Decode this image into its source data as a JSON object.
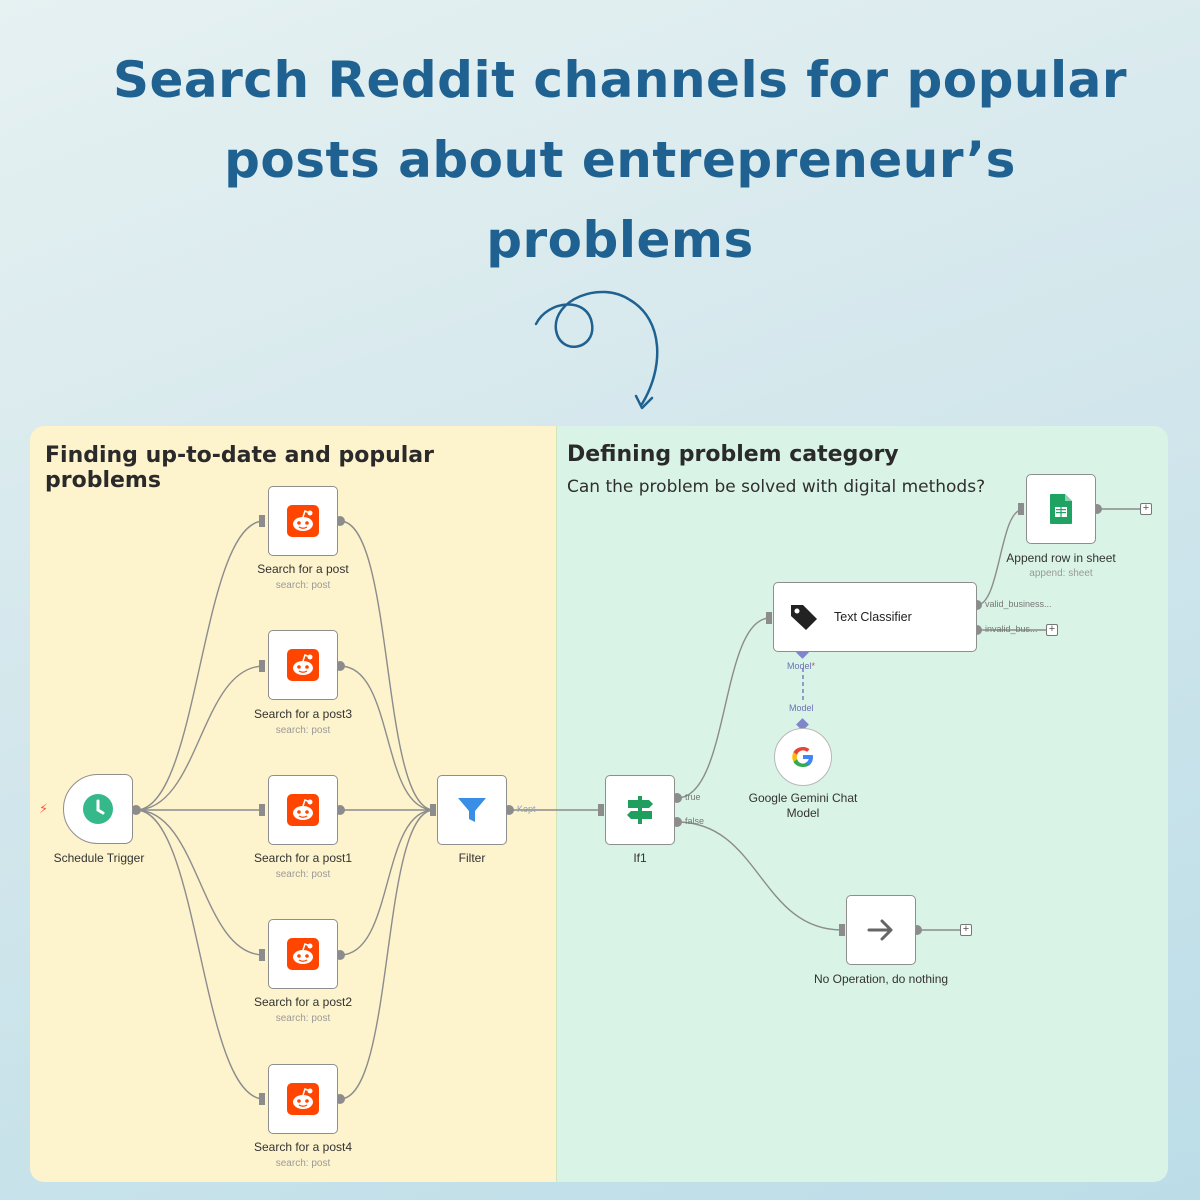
{
  "headline": {
    "line1": "Search Reddit channels for popular",
    "line2": "posts about entrepreneur’s",
    "line3": "problems"
  },
  "colors": {
    "headline": "#1f6190",
    "left_panel": "#fdf3cd",
    "right_panel": "#d9f3e6",
    "reddit": "#ff4500",
    "trigger": "#35b98a",
    "filter": "#3a8ee6",
    "if": "#1f9e5d",
    "sheets": "#1ea362"
  },
  "left_panel": {
    "title": "Finding up-to-date and popular problems"
  },
  "right_panel": {
    "title": "Defining problem category",
    "subtitle": "Can the problem be solved with digital methods?"
  },
  "nodes": {
    "schedule": {
      "label": "Schedule Trigger",
      "icon": "clock-icon"
    },
    "post": {
      "label": "Search for a post",
      "sub": "search: post",
      "icon": "reddit-icon"
    },
    "post3": {
      "label": "Search for a post3",
      "sub": "search: post",
      "icon": "reddit-icon"
    },
    "post1": {
      "label": "Search for a post1",
      "sub": "search: post",
      "icon": "reddit-icon"
    },
    "post2": {
      "label": "Search for a post2",
      "sub": "search: post",
      "icon": "reddit-icon"
    },
    "post4": {
      "label": "Search for a post4",
      "sub": "search: post",
      "icon": "reddit-icon"
    },
    "filter": {
      "label": "Filter",
      "output": "Kept",
      "icon": "funnel-icon"
    },
    "if1": {
      "label": "If1",
      "true_out": "true",
      "false_out": "false",
      "icon": "signpost-icon"
    },
    "classifier": {
      "label": "Text Classifier",
      "out1": "valid_business...",
      "out2": "invalid_bus...",
      "model_port": "Model",
      "required_mark": "*",
      "icon": "tag-icon"
    },
    "gemini": {
      "label_line1": "Google Gemini Chat",
      "label_line2": "Model",
      "port": "Model",
      "icon": "google-icon"
    },
    "sheet": {
      "label": "Append row in sheet",
      "sub": "append: sheet",
      "icon": "sheets-icon"
    },
    "noop": {
      "label": "No Operation, do nothing",
      "icon": "arrow-right-icon"
    }
  },
  "plus_symbol": "+",
  "bolt_symbol": "⚡"
}
